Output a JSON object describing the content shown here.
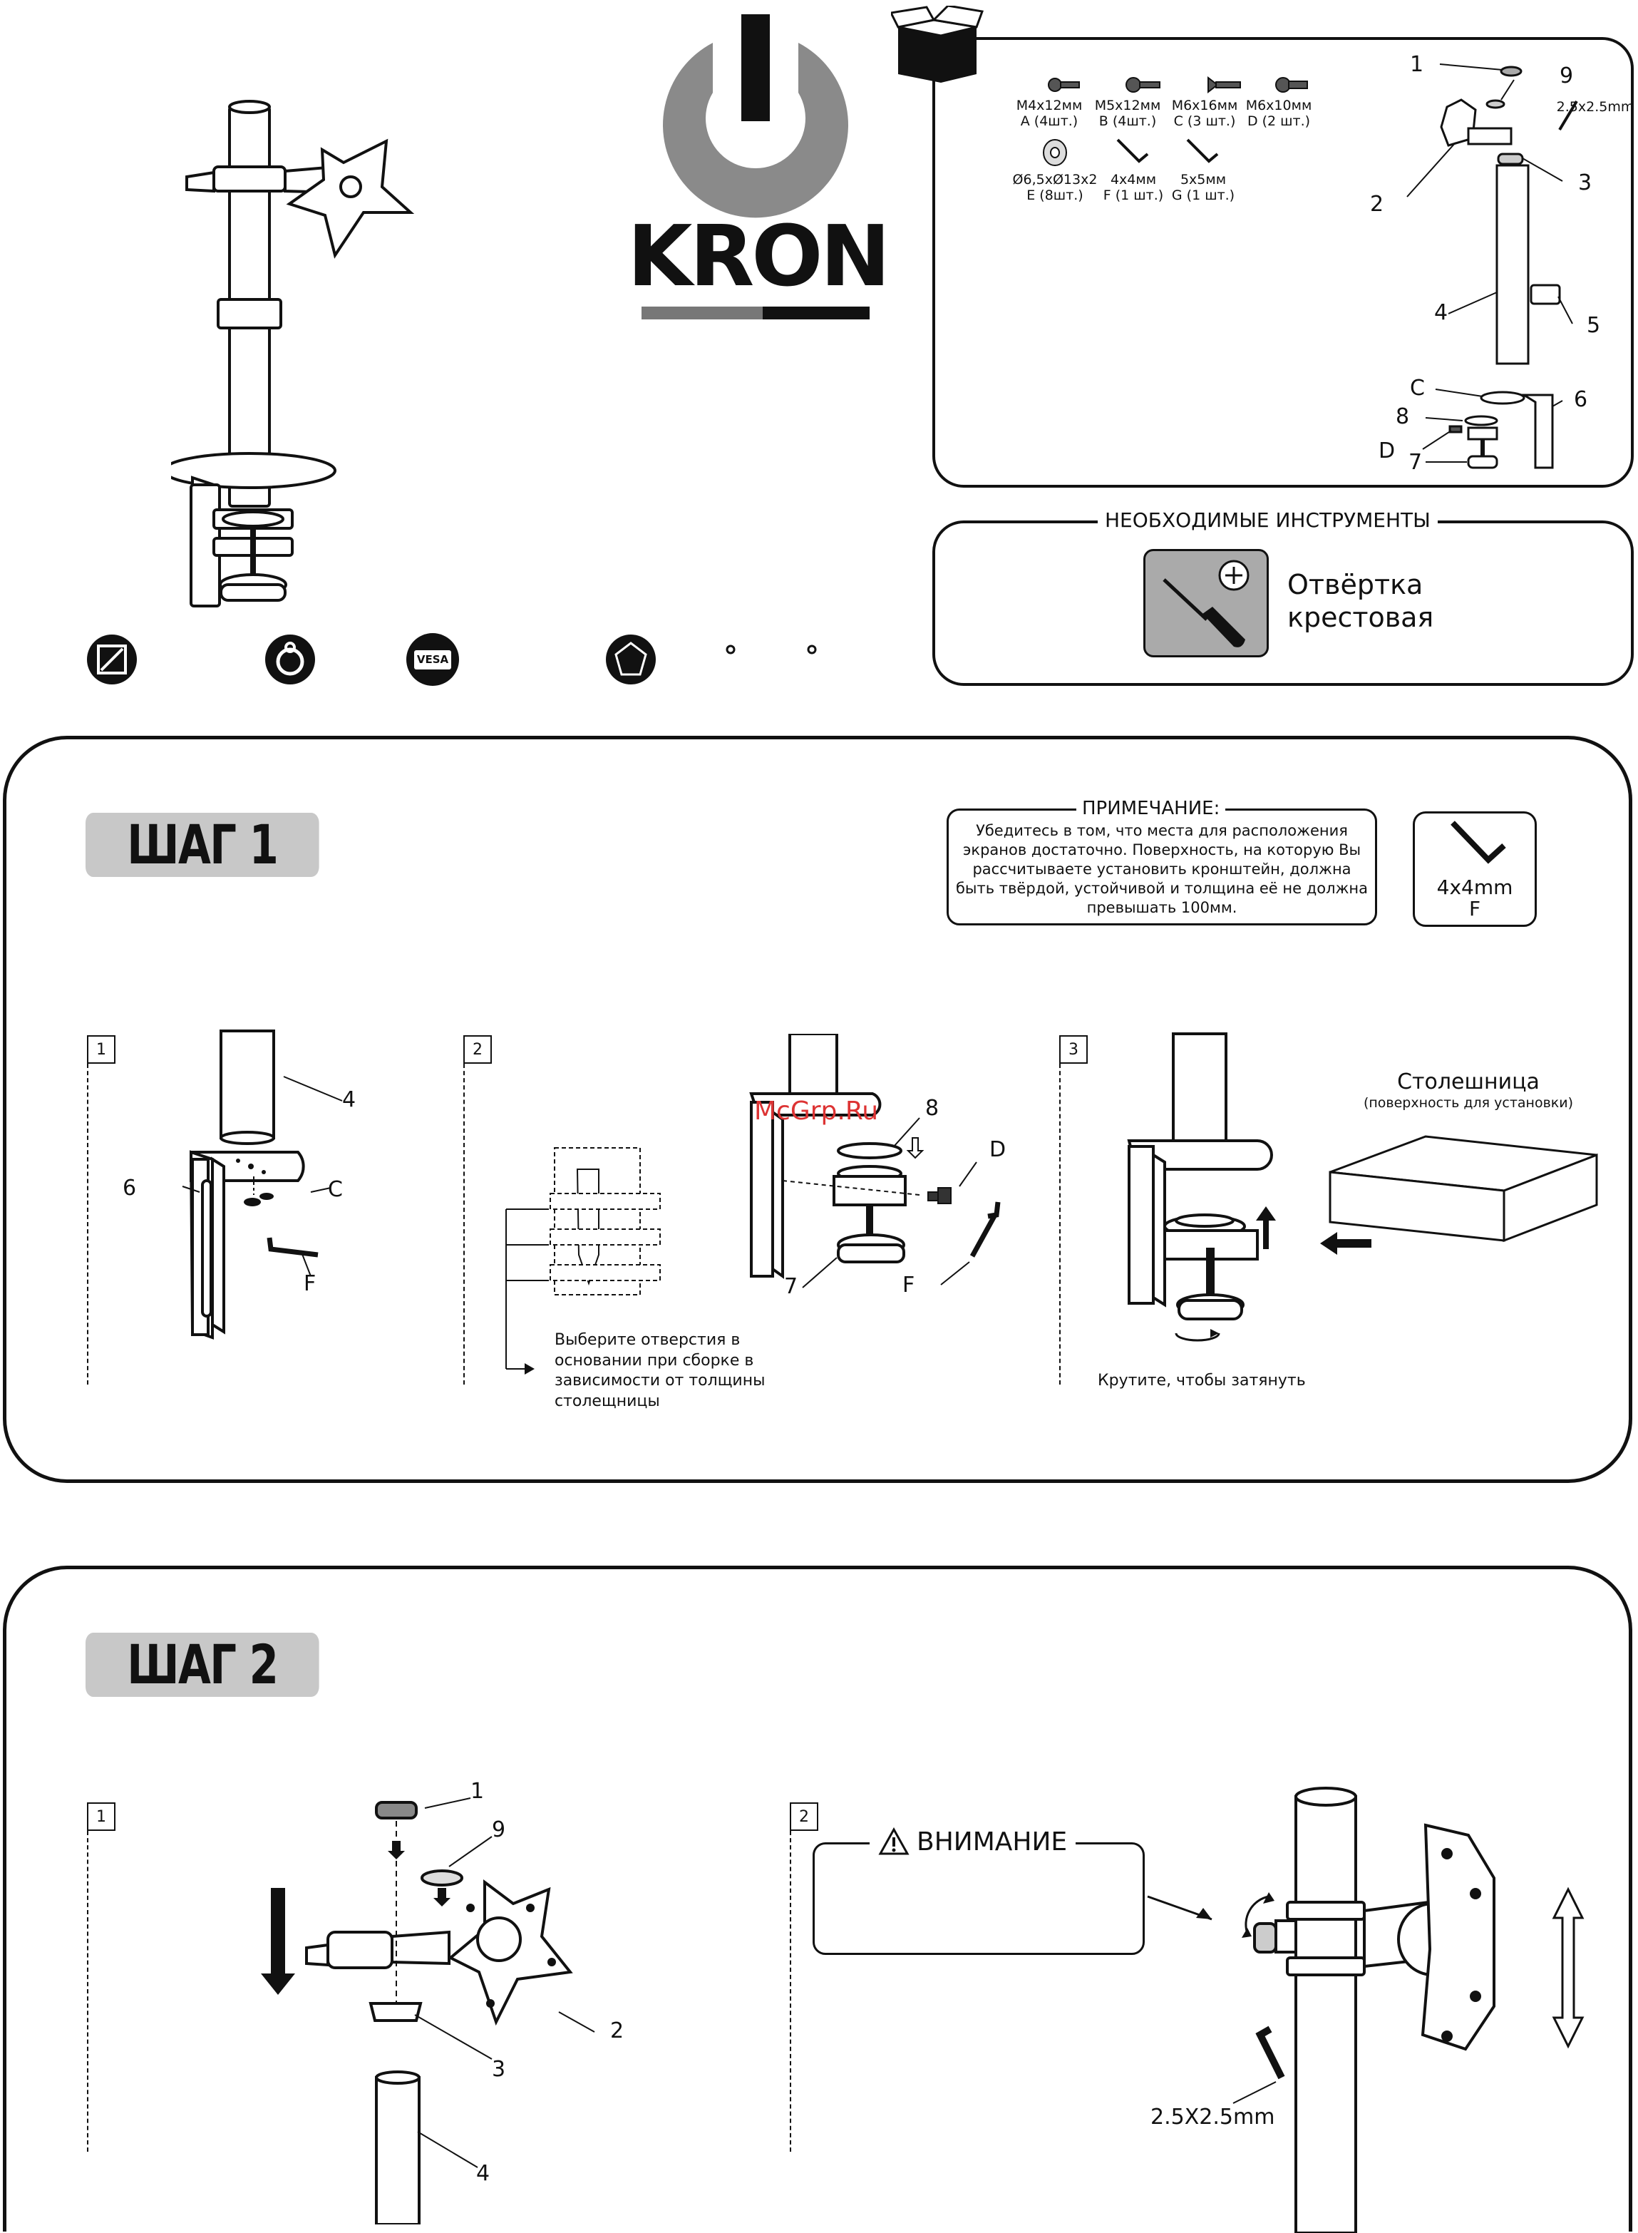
{
  "brand": {
    "name": "KRON"
  },
  "parts_box": {
    "screws": [
      {
        "size": "M4x12мм",
        "qty": "A (4шт.)"
      },
      {
        "size": "M5x12мм",
        "qty": "B (4шт.)"
      },
      {
        "size": "M6x16мм",
        "qty": "C (3 шт.)"
      },
      {
        "size": "M6x10мм",
        "qty": "D (2 шт.)"
      }
    ],
    "extras": [
      {
        "size": "Ø6,5xØ13x2",
        "qty": "E (8шт.)"
      },
      {
        "size": "4x4мм",
        "qty": "F (1 шт.)"
      },
      {
        "size": "5x5мм",
        "qty": "G (1 шт.)"
      }
    ],
    "diagram_labels": [
      "1",
      "9",
      "2.5x2.5mm",
      "2",
      "3",
      "4",
      "5",
      "C",
      "6",
      "8",
      "D",
      "7"
    ]
  },
  "tools": {
    "title": "НЕОБХОДИМЫЕ ИНСТРУМЕНТЫ",
    "name_line1": "Отвёртка",
    "name_line2": "крестовая"
  },
  "features": {
    "vesa_label": "VESA"
  },
  "step1": {
    "tag": "ШАГ 1",
    "note_title": "ПРИМЕЧАНИЕ:",
    "note_lines": [
      "Убедитесь в том, что места для расположения",
      "экранов достаточно. Поверхность, на которую Вы",
      "рассчитываете установить кронштейн, должна",
      "быть твёрдой, устойчивой и толщина её не должна",
      "превышать 100мм."
    ],
    "tool_size": "4x4mm",
    "tool_letter": "F",
    "sub1": {
      "num": "1",
      "labels": [
        "4",
        "6",
        "C",
        "F"
      ]
    },
    "sub2": {
      "num": "2",
      "labels": [
        "8",
        "D",
        "7",
        "F"
      ],
      "caption_lines": [
        "Выберите отверстия в",
        "основании при сборке в",
        "зависимости от толщины",
        "столещницы"
      ],
      "watermark": "McGrp.Ru"
    },
    "sub3": {
      "num": "3",
      "table_title": "Столешница",
      "table_subtitle": "(поверхность для установки)",
      "caption": "Крутите, чтобы затянуть"
    }
  },
  "step2": {
    "tag": "ШАГ 2",
    "sub1": {
      "num": "1",
      "labels": [
        "1",
        "9",
        "2",
        "3",
        "4"
      ]
    },
    "sub2": {
      "num": "2",
      "warning_title": "ВНИМАНИЕ",
      "key_label": "2.5X2.5mm"
    }
  }
}
